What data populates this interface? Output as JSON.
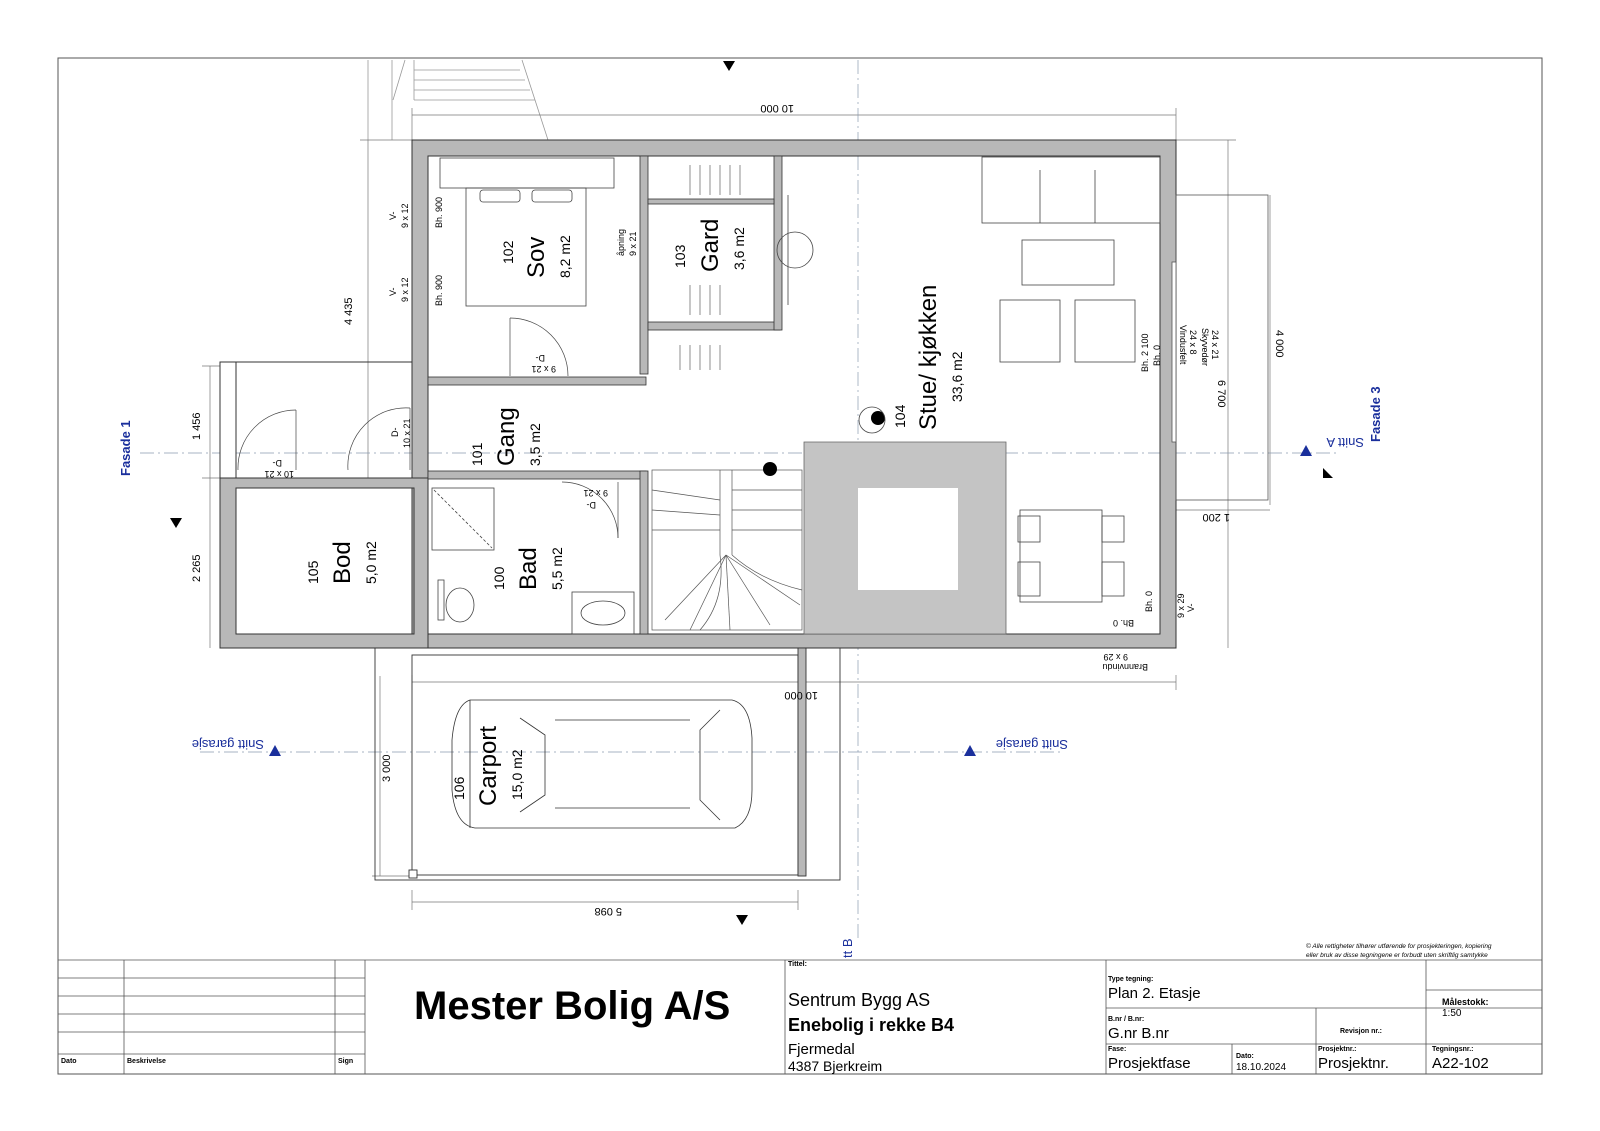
{
  "rooms": [
    {
      "number": "102",
      "name": "Sov",
      "area": "8,2 m2"
    },
    {
      "number": "103",
      "name": "Gard",
      "area": "3,6 m2"
    },
    {
      "number": "104",
      "name": "Stue/ kjøkken",
      "area": "33,6 m2"
    },
    {
      "number": "101",
      "name": "Gang",
      "area": "3,5 m2"
    },
    {
      "number": "100",
      "name": "Bad",
      "area": "5,5 m2"
    },
    {
      "number": "105",
      "name": "Bod",
      "area": "5,0 m2"
    },
    {
      "number": "106",
      "name": "Carport",
      "area": "15,0 m2"
    }
  ],
  "dimensions": {
    "top": "10 000",
    "bottom": "10 000",
    "carport_width": "5 098",
    "carport_depth": "3 000",
    "left_upper": "4 435",
    "left_mid": "1 456",
    "left_lower": "2 265",
    "right_balcony": "4 000",
    "right_total": "6 700",
    "balcony_depth": "1 200"
  },
  "annotations": {
    "window_v1": "V-",
    "window_v1_size": "9 x 12",
    "window_v1_bh": "Bh. 900",
    "window_v2": "V-",
    "window_v2_size": "9 x 12",
    "window_v2_bh": "Bh. 900",
    "opening": "åpning",
    "opening_size": "9 x 21",
    "door_sov": "D-",
    "door_sov_size": "9 x 21",
    "door_gang": "D-",
    "door_gang_size": "10 x 21",
    "door_bod": "D-",
    "door_bod_size": "10 x 21",
    "door_bad": "D-",
    "door_bad_size": "9 x 21",
    "bh_2100": "Bh. 2 100",
    "bh_0a": "Bh. 0",
    "vindusfelt": "Vindusfelt",
    "vindusfelt_size": "24 x 8",
    "skyvedor": "Skyvedør",
    "skyvedor_size": "24 x 21",
    "bh_0b": "Bh. 0",
    "v_right": "V-",
    "v_right_size": "9 x 29",
    "bh_0c": "Bh. 0",
    "brannvindu": "Brannvindu",
    "brannvindu_size": "9 x 29"
  },
  "sections": {
    "fasade1": "Fasade 1",
    "fasade3": "Fasade 3",
    "snitt_a": "Snitt A",
    "snitt_b": "tt B",
    "snitt_garasje_left": "Snitt garasje",
    "snitt_garasje_right": "Snitt garasje"
  },
  "copyright": {
    "line1": "© Alle rettigheter tilhører utførende for prosjekteringen, kopiering",
    "line2": "eller bruk av disse tegningene er forbudt uten skriftlig samtykke"
  },
  "titleblock": {
    "company": "Mester Bolig A/S",
    "revision_headers": {
      "date": "Dato",
      "description": "Beskrivelse",
      "sign": "Sign"
    },
    "tittel_label": "Tittel:",
    "client": "Sentrum Bygg AS",
    "project": "Enebolig i rekke B4",
    "place": "Fjermedal",
    "address": "4387 Bjerkreim",
    "type_label": "Type tegning:",
    "type_value": "Plan 2. Etasje",
    "gnr_label": "B.nr / B.nr:",
    "gnr_value": "G.nr  B.nr",
    "revisjon_label": "Revisjon nr.:",
    "malestokk_label": "Målestokk:",
    "malestokk_value": "1:50",
    "fase_label": "Fase:",
    "fase_value": "Prosjektfase",
    "dato_label": "Dato:",
    "dato_value": "18.10.2024",
    "prosjektnr_label": "Prosjektnr.:",
    "prosjektnr_value": "Prosjektnr.",
    "tegningsnr_label": "Tegningsnr.:",
    "tegningsnr_value": "A22-102"
  }
}
